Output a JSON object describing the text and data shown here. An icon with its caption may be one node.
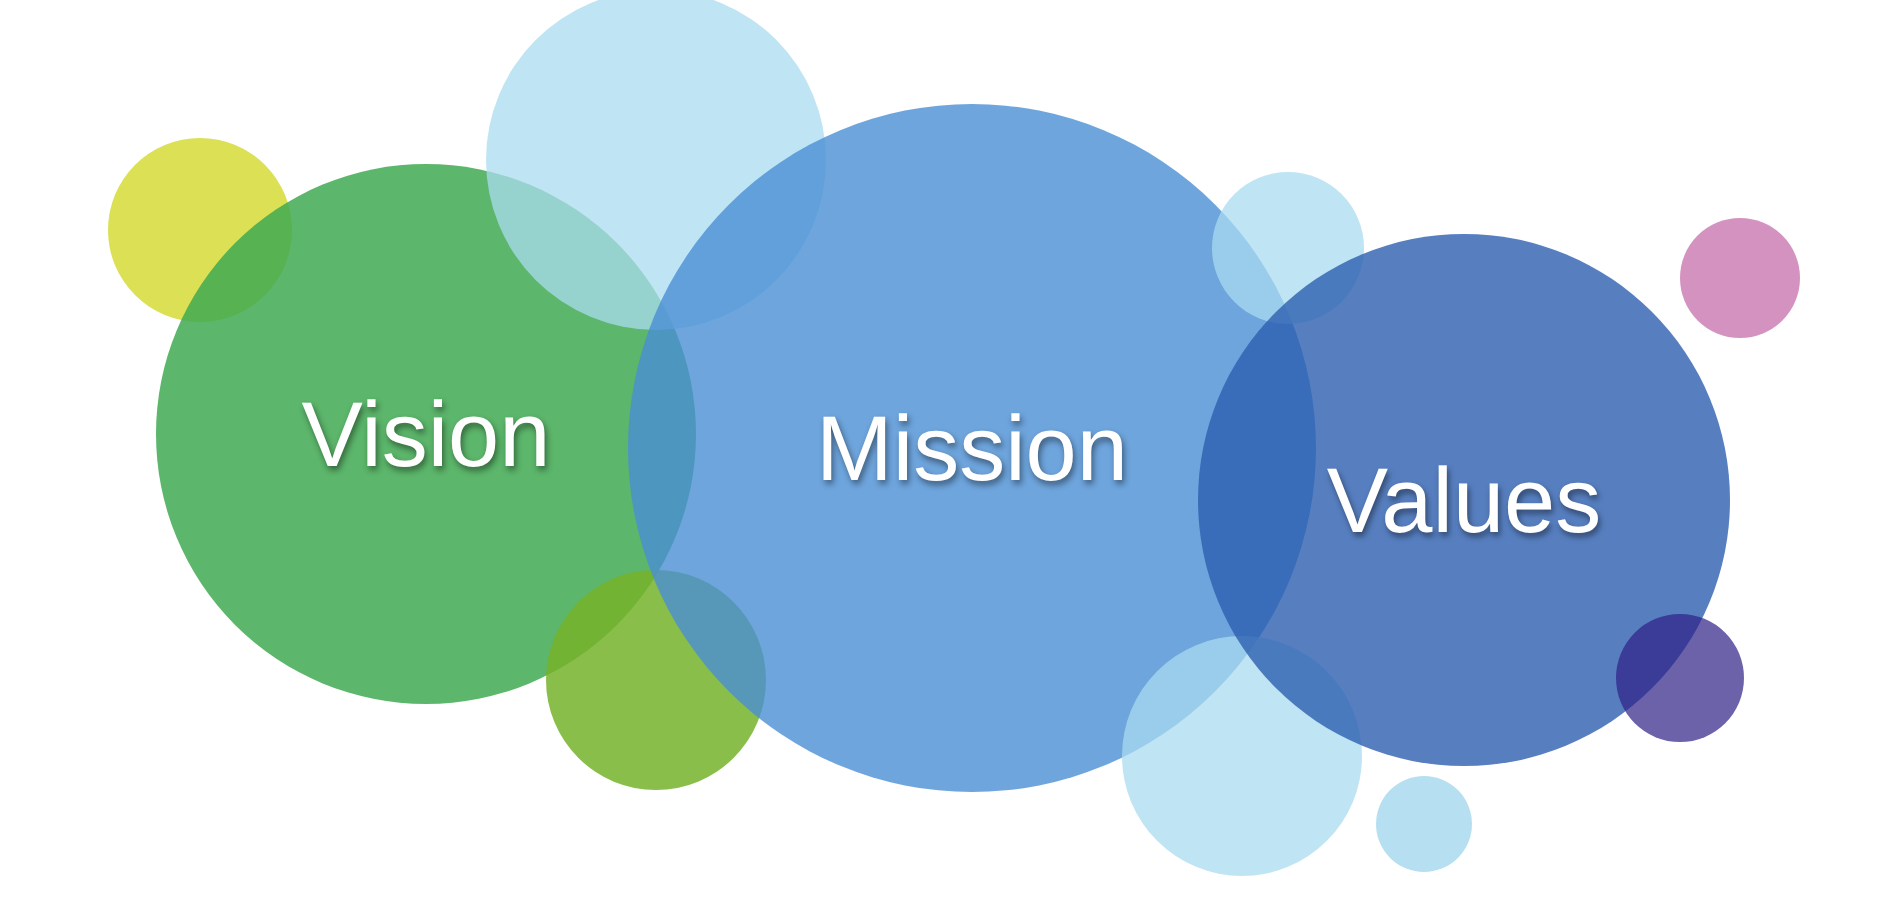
{
  "diagram": {
    "nodes": [
      {
        "text": [],
        "shape": "circle"
      },
      {
        "text": [
          "Vision"
        ]
      },
      {
        "text": [],
        "shape": "circle"
      },
      {
        "text": [],
        "shape": "circle"
      },
      {
        "text": [
          "Mission"
        ]
      },
      {
        "text": [],
        "shape": "circle"
      },
      {
        "text": [],
        "shape": "circle"
      },
      {
        "text": [],
        "shape": "circle"
      },
      {
        "text": [
          "Values"
        ]
      },
      {
        "text": [],
        "shape": "circle"
      },
      {
        "text": [],
        "shape": "circle"
      }
    ]
  }
}
